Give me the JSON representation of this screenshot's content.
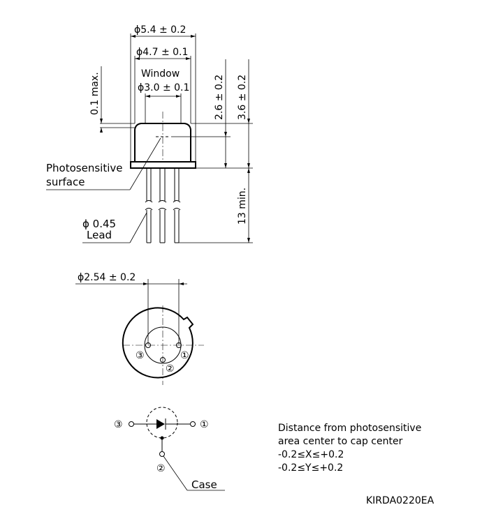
{
  "dimensions": {
    "cap_outer_diameter": "ϕ5.4 ± 0.2",
    "cap_diameter": "ϕ4.7 ± 0.1",
    "window_title": "Window",
    "window_diameter": "ϕ3.0 ± 0.1",
    "window_height": "0.1 max.",
    "surface_height": "2.6 ± 0.2",
    "total_height": "3.6 ± 0.2",
    "lead_length": "13 min.",
    "pin_spacing": "ϕ2.54 ± 0.2"
  },
  "labels": {
    "photosensitive_line1": "Photosensitive",
    "photosensitive_line2": "surface",
    "lead_diameter": "ϕ 0.45",
    "lead_word": "Lead",
    "case": "Case"
  },
  "pins": {
    "p1": "①",
    "p2": "②",
    "p3": "③"
  },
  "notes": {
    "line1": "Distance from photosensitive",
    "line2": "area center to cap center",
    "line3": "-0.2≤X≤+0.2",
    "line4": "-0.2≤Y≤+0.2"
  },
  "drawing_code": "KIRDA0220EA"
}
